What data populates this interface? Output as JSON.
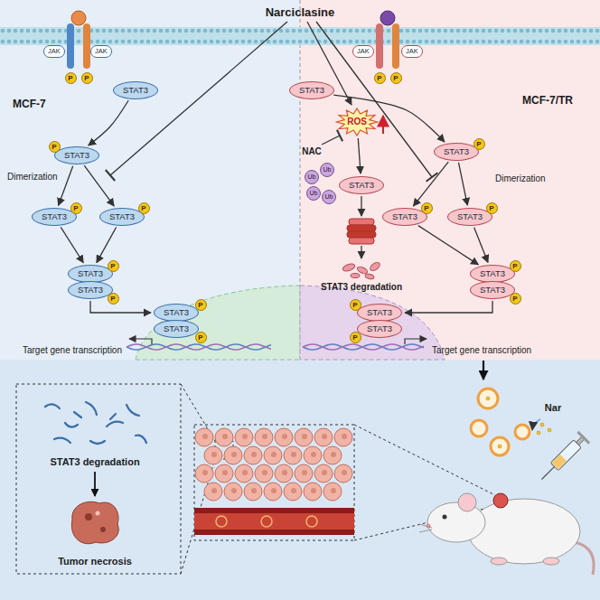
{
  "diagram": {
    "nodes": [
      {
        "text": [
          "MCF-7"
        ]
      },
      {
        "text": [
          "MCF-7/TR"
        ]
      },
      {
        "text": [
          "JAK"
        ],
        "in": 0
      },
      {
        "text": [
          "JAK"
        ],
        "in": 0
      },
      {
        "text": [
          "P"
        ],
        "in": 0
      },
      {
        "text": [
          "P"
        ],
        "in": 0
      },
      {
        "text": [
          "STAT3"
        ],
        "in": 0
      },
      {
        "text": [
          "STAT3"
        ],
        "in": 0
      },
      {
        "text": [
          "P"
        ],
        "in": 0
      },
      {
        "text": [
          "STAT3"
        ],
        "in": 0
      },
      {
        "text": [
          "P"
        ],
        "in": 0
      },
      {
        "text": [
          "STAT3"
        ],
        "in": 0
      },
      {
        "text": [
          "P"
        ],
        "in": 0
      },
      {
        "text": [
          "STAT3"
        ],
        "in": 0
      },
      {
        "text": [
          "P"
        ],
        "in": 0
      },
      {
        "text": [
          "STAT3"
        ],
        "in": 0
      },
      {
        "text": [
          "P"
        ],
        "in": 0
      },
      {
        "text": [
          "STAT3"
        ],
        "in": 0
      },
      {
        "text": [
          "P"
        ],
        "in": 0
      },
      {
        "text": [
          "STAT3"
        ],
        "in": 0
      },
      {
        "text": [
          "P"
        ],
        "in": 0
      },
      {
        "text": [
          "JAK"
        ],
        "in": 1
      },
      {
        "text": [
          "JAK"
        ],
        "in": 1
      },
      {
        "text": [
          "P"
        ],
        "in": 1
      },
      {
        "text": [
          "P"
        ],
        "in": 1
      },
      {
        "text": [
          "STAT3"
        ],
        "in": 1
      },
      {
        "text": [
          "ROS"
        ],
        "in": 1
      },
      {
        "text": [
          "STAT3"
        ],
        "in": 1
      },
      {
        "text": [
          "Ub"
        ],
        "in": 1
      },
      {
        "text": [
          "Ub"
        ],
        "in": 1
      },
      {
        "text": [
          "Ub"
        ],
        "in": 1
      },
      {
        "text": [
          "Ub"
        ],
        "in": 1
      },
      {
        "text": [
          "STAT3"
        ],
        "in": 1
      },
      {
        "text": [
          "P"
        ],
        "in": 1
      },
      {
        "text": [
          "STAT3"
        ],
        "in": 1
      },
      {
        "text": [
          "P"
        ],
        "in": 1
      },
      {
        "text": [
          "STAT3"
        ],
        "in": 1
      },
      {
        "text": [
          "P"
        ],
        "in": 1
      },
      {
        "text": [
          "STAT3"
        ],
        "in": 1
      },
      {
        "text": [
          "P"
        ],
        "in": 1
      },
      {
        "text": [
          "STAT3"
        ],
        "in": 1
      },
      {
        "text": [
          "P"
        ],
        "in": 1
      },
      {
        "text": [
          "STAT3"
        ],
        "in": 1
      },
      {
        "text": [
          "P"
        ],
        "in": 1
      },
      {
        "text": [
          "STAT3"
        ],
        "in": 1
      },
      {
        "text": [
          "P"
        ],
        "in": 1
      }
    ],
    "edges": [
      {
        "from": 6,
        "to": 7,
        "arrow": "to"
      },
      {
        "from": 7,
        "to": 9,
        "arrow": "to"
      },
      {
        "from": 7,
        "to": 11,
        "arrow": "to"
      },
      {
        "from": 9,
        "to": 13,
        "arrow": "to"
      },
      {
        "from": 11,
        "to": 13,
        "arrow": "to"
      },
      {
        "from": 15,
        "to": 17,
        "arrow": "to"
      },
      {
        "from": 25,
        "to": 32,
        "arrow": "to"
      },
      {
        "from": 26,
        "to": 27,
        "arrow": "to"
      },
      {
        "from": 32,
        "to": 34,
        "arrow": "to"
      },
      {
        "from": 32,
        "to": 36,
        "arrow": "to"
      },
      {
        "from": 34,
        "to": 38,
        "arrow": "to"
      },
      {
        "from": 36,
        "to": 38,
        "arrow": "to"
      },
      {
        "from": 40,
        "to": 42,
        "arrow": "to"
      }
    ],
    "labels": [
      "Narciclasine",
      "Dimerization",
      "Dimerization",
      "NAC",
      "STAT3 degradation",
      "Target gene transcription",
      "Target gene transcription",
      "STAT3 degradation",
      "Tumor necrosis",
      "Nar"
    ]
  }
}
